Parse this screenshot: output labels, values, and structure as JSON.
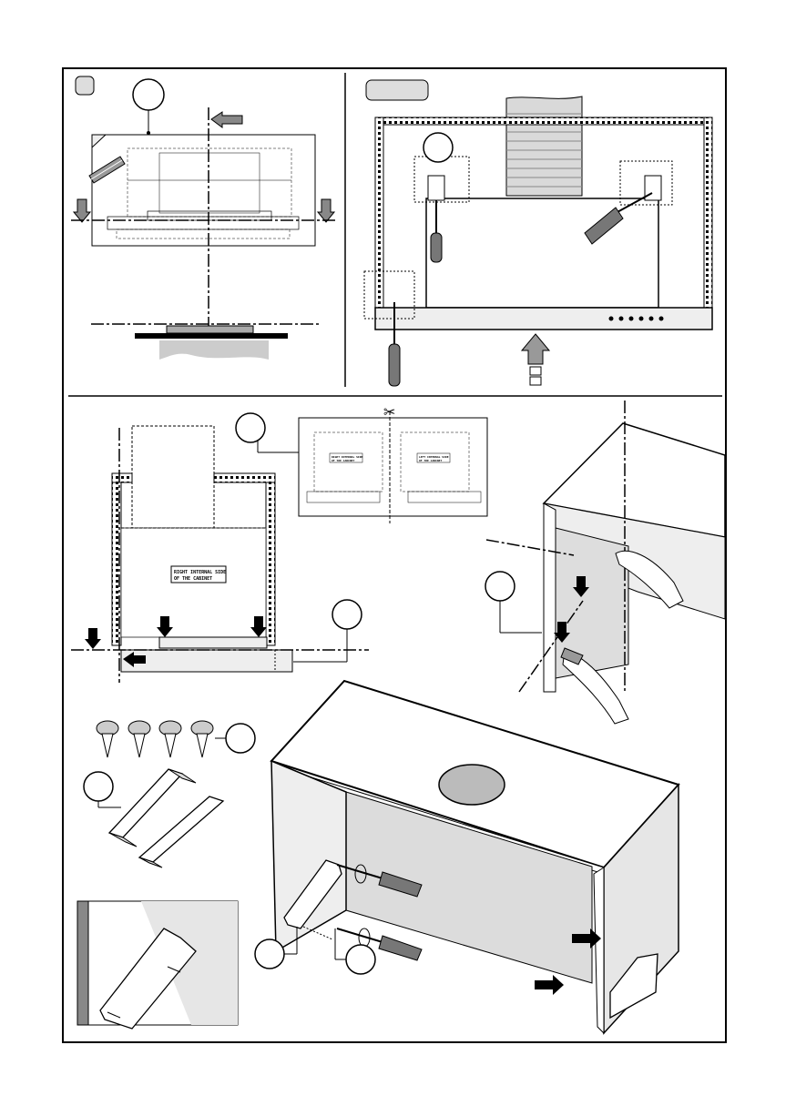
{
  "figure": {
    "panels": [
      {
        "id": "top-left",
        "callouts": [
          "",
          ""
        ]
      },
      {
        "id": "top-right",
        "callouts": [
          ""
        ]
      },
      {
        "id": "middle-left",
        "callouts": [
          "",
          ""
        ]
      },
      {
        "id": "middle-right",
        "callouts": [
          ""
        ]
      },
      {
        "id": "bottom",
        "callouts": [
          "",
          "",
          "",
          ""
        ]
      }
    ],
    "template_label_line1": "RIGHT  INTERNAL SIDE",
    "template_label_line2": "OF THE CABINET",
    "small_label_line1": "RIGHT INTERNAL SIDE",
    "small_label_line2": "OF THE CABINET",
    "small_label_b_line1": "LEFT INTERNAL SIDE",
    "small_label_b_line2": "OF THE CABINET",
    "indicator_dots": 6,
    "screw_count": 4
  }
}
